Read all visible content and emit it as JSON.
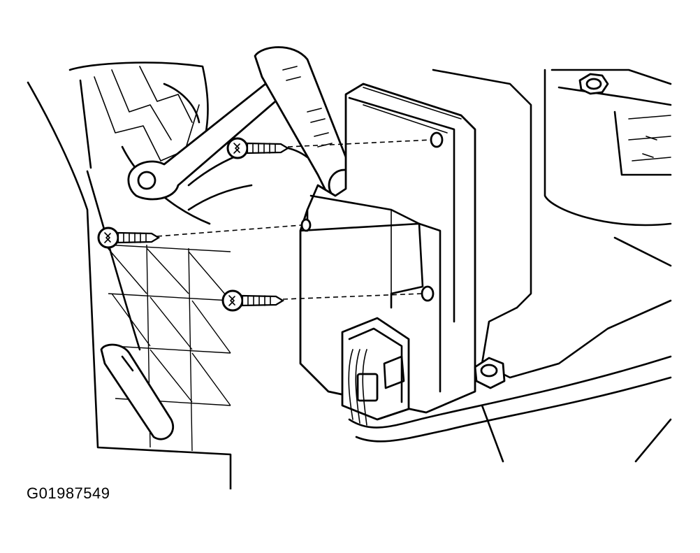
{
  "figure": {
    "id_label": "G01987549"
  },
  "parts": {
    "screws": [
      {
        "name": "upper-mounting-screw"
      },
      {
        "name": "middle-mounting-screw"
      },
      {
        "name": "lower-mounting-screw"
      }
    ]
  }
}
